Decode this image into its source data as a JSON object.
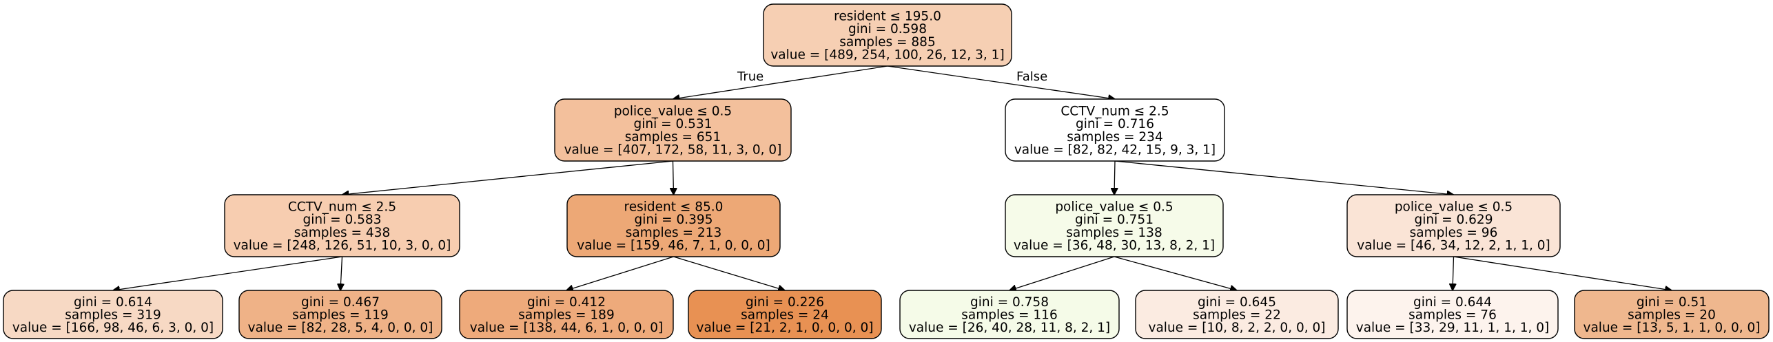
{
  "tree": {
    "nodes": [
      {
        "id": "n0",
        "color": "#f6cfb3",
        "lines": [
          "resident ≤ 195.0",
          "gini = 0.598",
          "samples = 885",
          "value = [489, 254, 100, 26, 12, 3, 1]"
        ]
      },
      {
        "id": "n1",
        "color": "#f3c09c",
        "lines": [
          "police_value ≤ 0.5",
          "gini = 0.531",
          "samples = 651",
          "value = [407, 172, 58, 11, 3, 0, 0]"
        ]
      },
      {
        "id": "n2",
        "color": "#f7cdb0",
        "lines": [
          "CCTV_num ≤ 2.5",
          "gini = 0.583",
          "samples = 438",
          "value = [248, 126, 51, 10, 3, 0, 0]"
        ]
      },
      {
        "id": "n3",
        "color": "#f7d9c4",
        "lines": [
          "gini = 0.614",
          "samples = 319",
          "value = [166, 98, 46, 6, 3, 0, 0]"
        ]
      },
      {
        "id": "n4",
        "color": "#efb287",
        "lines": [
          "gini = 0.467",
          "samples = 119",
          "value = [82, 28, 5, 4, 0, 0, 0]"
        ]
      },
      {
        "id": "n5",
        "color": "#eda876",
        "lines": [
          "resident ≤ 85.0",
          "gini = 0.395",
          "samples = 213",
          "value = [159, 46, 7, 1, 0, 0, 0]"
        ]
      },
      {
        "id": "n6",
        "color": "#eeaa7b",
        "lines": [
          "gini = 0.412",
          "samples = 189",
          "value = [138, 44, 6, 1, 0, 0, 0]"
        ]
      },
      {
        "id": "n7",
        "color": "#e89153",
        "lines": [
          "gini = 0.226",
          "samples = 24",
          "value = [21, 2, 1, 0, 0, 0, 0]"
        ]
      },
      {
        "id": "n8",
        "color": "#ffffff",
        "lines": [
          "CCTV_num ≤ 2.5",
          "gini = 0.716",
          "samples = 234",
          "value = [82, 82, 42, 15, 9, 3, 1]"
        ]
      },
      {
        "id": "n9",
        "color": "#f6fbe9",
        "lines": [
          "police_value ≤ 0.5",
          "gini = 0.751",
          "samples = 138",
          "value = [36, 48, 30, 13, 8, 2, 1]"
        ]
      },
      {
        "id": "n10",
        "color": "#f5fbe8",
        "lines": [
          "gini = 0.758",
          "samples = 116",
          "value = [26, 40, 28, 11, 8, 2, 1]"
        ]
      },
      {
        "id": "n11",
        "color": "#fbebe1",
        "lines": [
          "gini = 0.645",
          "samples = 22",
          "value = [10, 8, 2, 2, 0, 0, 0]"
        ]
      },
      {
        "id": "n12",
        "color": "#fae4d6",
        "lines": [
          "police_value ≤ 0.5",
          "gini = 0.629",
          "samples = 96",
          "value = [46, 34, 12, 2, 1, 1, 0]"
        ]
      },
      {
        "id": "n13",
        "color": "#fdf3ed",
        "lines": [
          "gini = 0.644",
          "samples = 76",
          "value = [33, 29, 11, 1, 1, 1, 0]"
        ]
      },
      {
        "id": "n14",
        "color": "#efb78e",
        "lines": [
          "gini = 0.51",
          "samples = 20",
          "value = [13, 5, 1, 1, 0, 0, 0]"
        ]
      }
    ],
    "edges": [
      {
        "from": "n0",
        "to": "n1",
        "label": "True"
      },
      {
        "from": "n0",
        "to": "n8",
        "label": "False"
      },
      {
        "from": "n1",
        "to": "n2",
        "label": ""
      },
      {
        "from": "n1",
        "to": "n5",
        "label": ""
      },
      {
        "from": "n2",
        "to": "n3",
        "label": ""
      },
      {
        "from": "n2",
        "to": "n4",
        "label": ""
      },
      {
        "from": "n5",
        "to": "n6",
        "label": ""
      },
      {
        "from": "n5",
        "to": "n7",
        "label": ""
      },
      {
        "from": "n8",
        "to": "n9",
        "label": ""
      },
      {
        "from": "n8",
        "to": "n12",
        "label": ""
      },
      {
        "from": "n9",
        "to": "n10",
        "label": ""
      },
      {
        "from": "n9",
        "to": "n11",
        "label": ""
      },
      {
        "from": "n12",
        "to": "n13",
        "label": ""
      },
      {
        "from": "n12",
        "to": "n14",
        "label": ""
      }
    ]
  }
}
